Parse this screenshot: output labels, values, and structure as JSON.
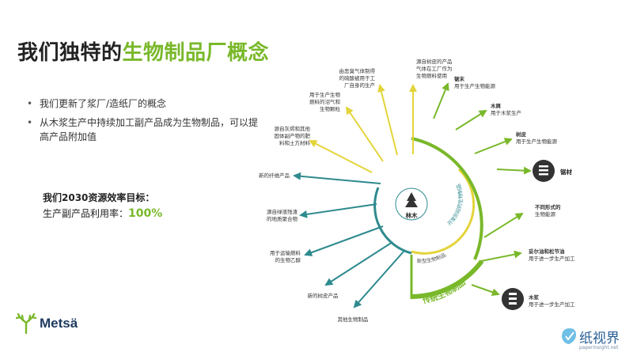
{
  "title": {
    "part1": "我们独特的",
    "part2": "生物制品厂概念"
  },
  "bullets": [
    "我们更新了浆厂/造纸厂的概念",
    "从木浆生产中持续加工副产品成为生物制品，可以提高产品附加值"
  ],
  "goal": {
    "title": "我们2030资源效率目标：",
    "label": "生产副产品利用率：",
    "value": "100%"
  },
  "diagram": {
    "center_label": "林木",
    "ring_labels": {
      "inner": "开发阶段的生物制品",
      "middle": "新型生物制品",
      "outer": "传统生物制品"
    },
    "left_products": [
      {
        "lines": [
          "新的纤维产品"
        ]
      },
      {
        "lines": [
          "源自绿液残渣",
          "的地质聚合物"
        ]
      },
      {
        "lines": [
          "用于运输燃料",
          "的生物乙醇"
        ]
      },
      {
        "lines": [
          "新的树皮产品"
        ]
      },
      {
        "lines": [
          "其他生物制品"
        ]
      }
    ],
    "top_products": [
      {
        "lines": [
          "源自灰烬和其他",
          "固体副产物的肥",
          "料和土方材料"
        ]
      },
      {
        "lines": [
          "用于生产生物",
          "燃料的沼气和",
          "生物颗粒"
        ]
      },
      {
        "lines": [
          "由恶臭气体制得",
          "的硫酸被用于工",
          "厂自身的生产"
        ]
      },
      {
        "lines": [
          "源自树皮的产品",
          "气体在工厂作为",
          "生物燃料使用"
        ]
      }
    ],
    "right_products": [
      {
        "name": "锯末",
        "desc": "用于生产生物能源"
      },
      {
        "name": "木屑",
        "desc": "用于木浆生产"
      },
      {
        "name": "树皮",
        "desc": "用于生产生物能源"
      },
      {
        "name": "锯材",
        "desc": ""
      },
      {
        "name": "不同形式的",
        "desc": "生物能源"
      },
      {
        "name": "妥尔油和松节油",
        "desc": "用于进一步生产加工"
      },
      {
        "name": "木浆",
        "desc": "用于进一步生产加工"
      }
    ]
  },
  "logo": {
    "text": "Metsä"
  },
  "watermark": {
    "text": "纸视界",
    "sub": "paperinsight.net"
  },
  "colors": {
    "green": "#79b82a",
    "yellow": "#e3d43a",
    "teal": "#2e8a8e",
    "dark": "#333333"
  }
}
